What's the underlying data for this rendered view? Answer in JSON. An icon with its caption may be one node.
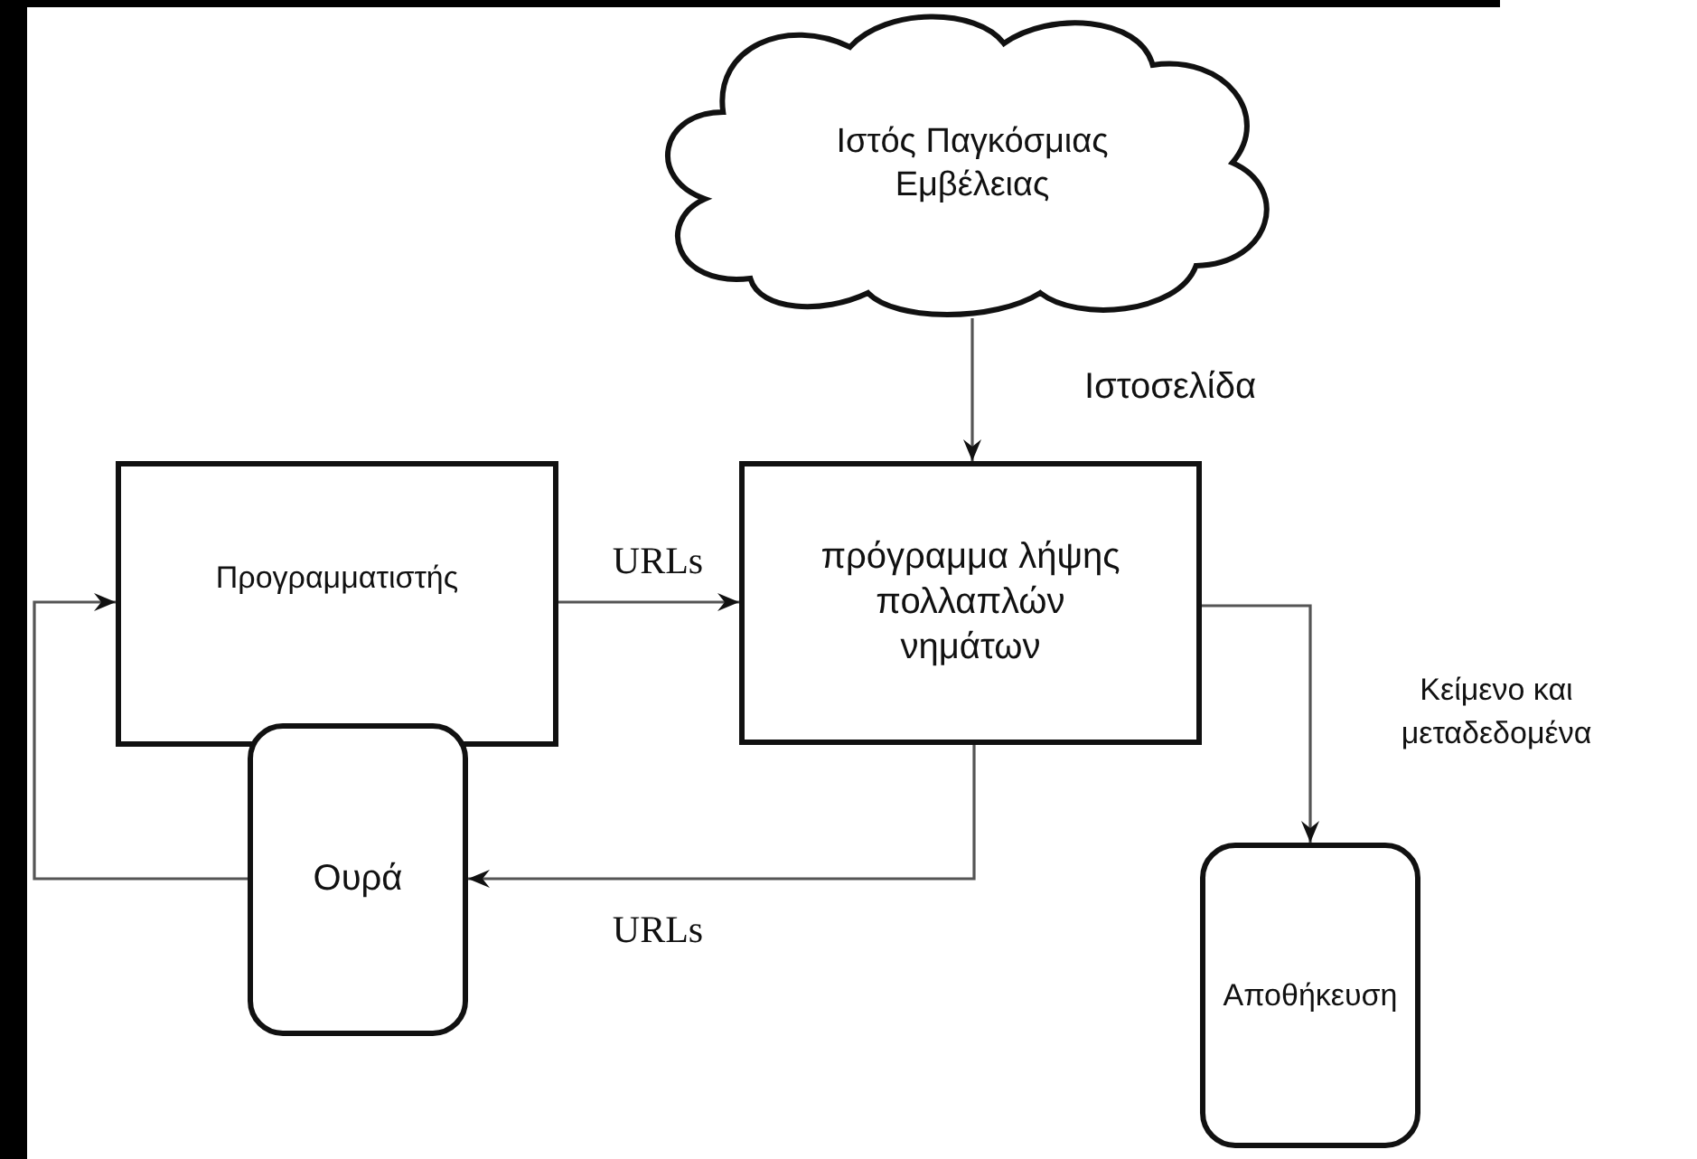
{
  "diagram": {
    "nodes": [
      {
        "text": [
          "Ιστός Παγκόσμιας Εμβέλειας"
        ]
      },
      {
        "text": [
          "Προγραμματιστής"
        ]
      },
      {
        "text": [
          "πρόγραμμα λήψης πολλαπλών νημάτων"
        ]
      },
      {
        "text": [
          "Ουρά"
        ]
      },
      {
        "text": [
          "Αποθήκευση"
        ]
      }
    ],
    "edges": [
      {
        "from": 0,
        "to": 2,
        "arrow": "to",
        "label": "Ιστοσελίδα"
      },
      {
        "from": 1,
        "to": 2,
        "arrow": "to",
        "label": "URLs"
      },
      {
        "from": 2,
        "to": 3,
        "arrow": "to",
        "label": "URLs"
      },
      {
        "from": 3,
        "to": 1,
        "arrow": "to"
      },
      {
        "from": 2,
        "to": 4,
        "arrow": "to",
        "label": "Κείμενο και μεταδεδομένα"
      }
    ]
  }
}
